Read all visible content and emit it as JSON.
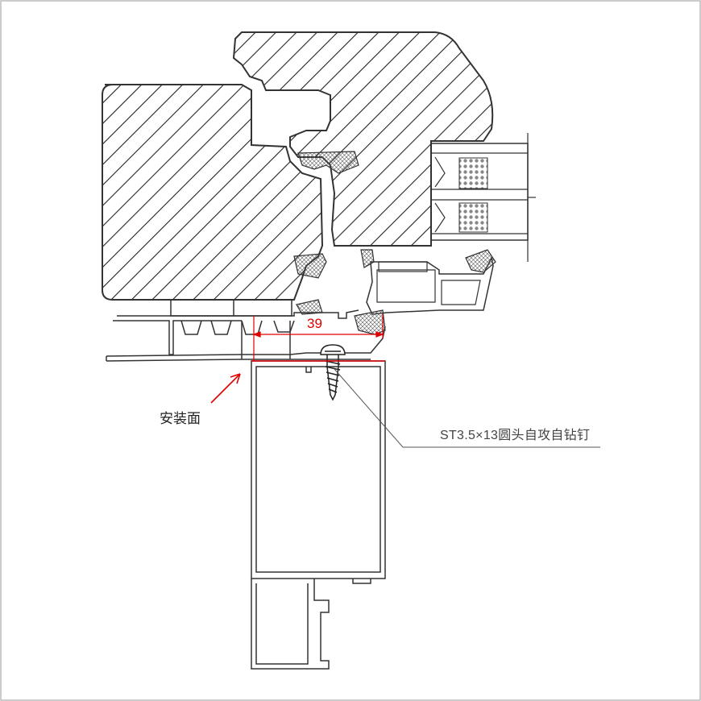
{
  "labels": {
    "install_surface": "安装面",
    "screw_spec": "ST3.5×13圆头自攻自钻钉",
    "dimension": "39"
  },
  "colors": {
    "line": "#333333",
    "hatch": "#222222",
    "dimension": "#e00000",
    "leader": "#555555",
    "border": "#bbbbbb",
    "glass_dots": "#888888"
  }
}
